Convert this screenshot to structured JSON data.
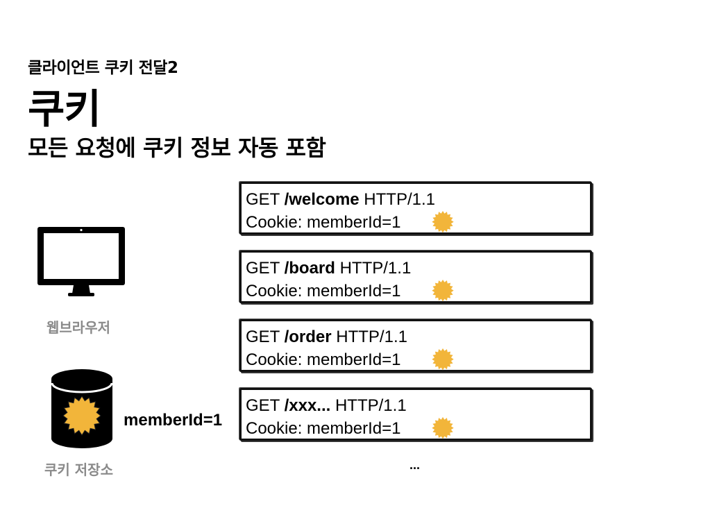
{
  "header": {
    "section_label": "클라이언트 쿠키 전달2",
    "title": "쿠키",
    "subtitle": "모든 요청에 쿠키 정보 자동 포함"
  },
  "client": {
    "browser_label": "웹브라우저",
    "storage_label": "쿠키 저장소",
    "stored_cookie": "memberId=1"
  },
  "requests": [
    {
      "method": "GET",
      "path": "/welcome",
      "protocol": "HTTP/1.1",
      "cookie": "Cookie: memberId=1"
    },
    {
      "method": "GET",
      "path": "/board",
      "protocol": "HTTP/1.1",
      "cookie": "Cookie: memberId=1"
    },
    {
      "method": "GET",
      "path": "/order",
      "protocol": "HTTP/1.1",
      "cookie": "Cookie: memberId=1"
    },
    {
      "method": "GET",
      "path": "/xxx...",
      "protocol": "HTTP/1.1",
      "cookie": "Cookie: memberId=1"
    }
  ],
  "continuation": "...",
  "colors": {
    "cookie": "#f2b53a",
    "browser_label": "#8a8a8a"
  },
  "icons": {
    "browser": "monitor-icon",
    "storage": "database-icon",
    "cookie": "cookie-badge-icon"
  }
}
